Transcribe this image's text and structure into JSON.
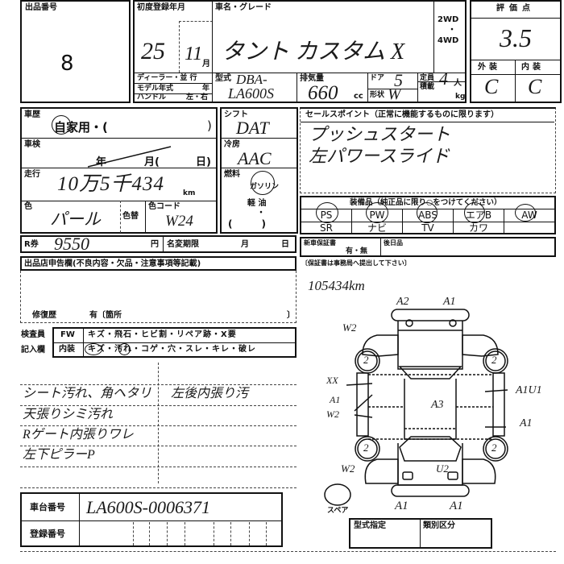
{
  "lot": {
    "label": "出品番号",
    "value": "8"
  },
  "first_reg": {
    "label": "初度登録年月",
    "year": "25",
    "month": "11",
    "month_unit": "月"
  },
  "car_name": {
    "label": "車名・グレード",
    "value": "タント カスタム X"
  },
  "drive": {
    "two": "2WD",
    "dot": "・",
    "four": "4WD"
  },
  "score": {
    "label": "評価点",
    "value": "3.5",
    "exterior_label": "外装",
    "interior_label": "内装",
    "exterior": "C",
    "interior": "C"
  },
  "left_rows": {
    "dealer": "ディーラー・並 行",
    "model_year": "モデル年式",
    "model_year_unit": "年",
    "handle": "ハンドル",
    "handle_opts": "左・右"
  },
  "model": {
    "label": "型式",
    "line1": "DBA-",
    "line2": "LA600S"
  },
  "displacement": {
    "label": "排気量",
    "value": "660",
    "unit": "cc"
  },
  "door": {
    "label": "ドア",
    "value": "5"
  },
  "shape": {
    "label": "形状",
    "value": "W"
  },
  "capacity": {
    "label": "定員",
    "value": "4",
    "unit": "人"
  },
  "load": {
    "label": "積載",
    "unit": "kg"
  },
  "history": {
    "label": "車歴",
    "value": "自家用・(",
    "close": ")"
  },
  "inspection": {
    "label": "車検",
    "year": "年",
    "month": "月(",
    "day": "日)"
  },
  "mileage": {
    "label": "走行",
    "value": "10万5千434",
    "unit": "km"
  },
  "color": {
    "label": "色",
    "value": "パール",
    "change_label": "色替",
    "code_label": "色コード",
    "code": "W24"
  },
  "shift": {
    "label": "シフト",
    "value": "DAT"
  },
  "ac": {
    "label": "冷房",
    "value": "AAC"
  },
  "fuel": {
    "label": "燃料",
    "gasoline": "ガソリン",
    "diesel": "軽 油",
    "dot": "・",
    "other": "(　　　)"
  },
  "sales_points": {
    "label": "セールスポイント（正常に機能するものに限ります）",
    "lines": [
      "プッシュスタート",
      "左パワースライド"
    ]
  },
  "equipment": {
    "label": "装備品（純正品に限り○をつけてください）",
    "row1": [
      "PS",
      "PW",
      "ABS",
      "エアB",
      "AW"
    ],
    "row2": [
      "SR",
      "ナビ",
      "TV",
      "カワ",
      ""
    ],
    "circled": [
      "PS",
      "PW",
      "ABS",
      "エアB",
      "AW"
    ]
  },
  "recycle": {
    "label": "R券",
    "value": "9550",
    "unit": "円",
    "transfer_label": "名変期限",
    "month": "月",
    "day": "日"
  },
  "warranty": {
    "label": "新車保証書",
    "opts": "有・無",
    "later_label": "後日品",
    "note": "〔保証書は事務局へ提出して下さい〕"
  },
  "declaration": {
    "label": "出品店申告欄(不良内容・欠品・注意事項等記載)",
    "repair_label": "修復歴",
    "repair_value": "有〔箇所",
    "repair_close": "〕"
  },
  "inspector": {
    "label1": "検査員",
    "label2": "記入欄",
    "fw_label": "FW",
    "fw_items": "キズ・飛石・ヒビ割・リペア跡・X要",
    "int_label": "内装",
    "int_items": "キズ・汚れ・コゲ・穴・スレ・キレ・破レ"
  },
  "notes": {
    "left": [
      "シート汚れ、角ヘタリ",
      "天張りシミ汚れ",
      "Rゲート内張りワレ",
      "左下ピラーP"
    ],
    "right": "左後内張り汚"
  },
  "chassis": {
    "label": "車台番号",
    "value": "LA600S-0006371"
  },
  "registration": {
    "label": "登録番号"
  },
  "diagram": {
    "mileage_note": "105434km",
    "marks": [
      "A2",
      "A1",
      "W2",
      "2",
      "2",
      "XX",
      "A1",
      "W2",
      "A3",
      "A1U1",
      "A1",
      "2",
      "2",
      "W2",
      "U2",
      "A1",
      "A1"
    ],
    "spare_label": "スペア"
  },
  "type_designation": {
    "label": "型式指定",
    "category_label": "類別区分"
  }
}
